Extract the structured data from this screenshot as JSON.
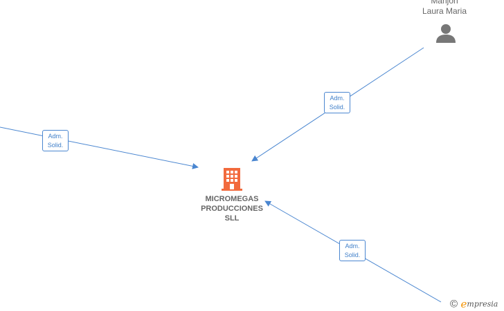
{
  "person": {
    "name_line1": "Manjon",
    "name_line2": "Laura Maria",
    "icon": "person-icon",
    "color": "#777777"
  },
  "edges": [
    {
      "label_line1": "Adm.",
      "label_line2": "Solid."
    },
    {
      "label_line1": "Adm.",
      "label_line2": "Solid."
    },
    {
      "label_line1": "Adm.",
      "label_line2": "Solid."
    }
  ],
  "company": {
    "name_line1": "MICROMEGAS",
    "name_line2": "PRODUCCIONES",
    "name_line3": "SLL",
    "icon": "building-icon",
    "color": "#f26a3d"
  },
  "brand": {
    "copyright_symbol": "©",
    "initial": "e",
    "rest": "mpresia",
    "accent_color": "#f39200"
  },
  "colors": {
    "edge": "#4a86d0",
    "label_text": "#3f7fc9",
    "node_text": "#666666"
  }
}
